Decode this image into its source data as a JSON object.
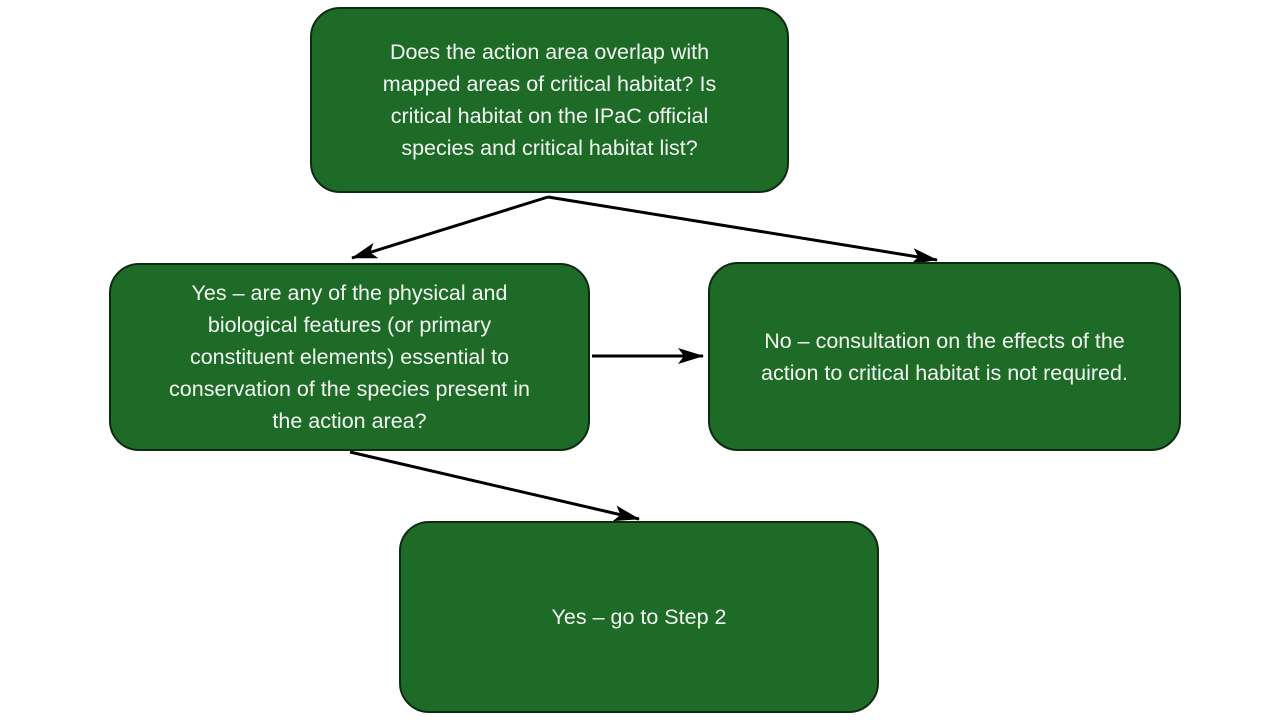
{
  "diagram": {
    "name": "critical-habitat-consultation-decision-flowchart",
    "colors": {
      "node_fill": "#1e6b28",
      "node_border": "#0d2b10",
      "node_text": "#f2f7f2",
      "arrow": "#000000",
      "background": "#ffffff"
    },
    "nodes": {
      "question_overlap": {
        "text": "Does the action area overlap with\nmapped areas of critical habitat? Is\ncritical habitat on the IPaC official\nspecies and critical habitat list?"
      },
      "yes_features": {
        "text": "Yes – are any of the physical and\nbiological features (or primary\nconstituent elements) essential to\nconservation of the species present in\nthe action area?"
      },
      "no_consultation": {
        "text": "No – consultation on the effects of the\naction to critical habitat is not required."
      },
      "yes_step2": {
        "text": "Yes – go to Step 2"
      }
    },
    "edges": [
      {
        "from": "question_overlap",
        "to": "yes_features"
      },
      {
        "from": "question_overlap",
        "to": "no_consultation"
      },
      {
        "from": "yes_features",
        "to": "no_consultation"
      },
      {
        "from": "yes_features",
        "to": "yes_step2"
      }
    ]
  }
}
